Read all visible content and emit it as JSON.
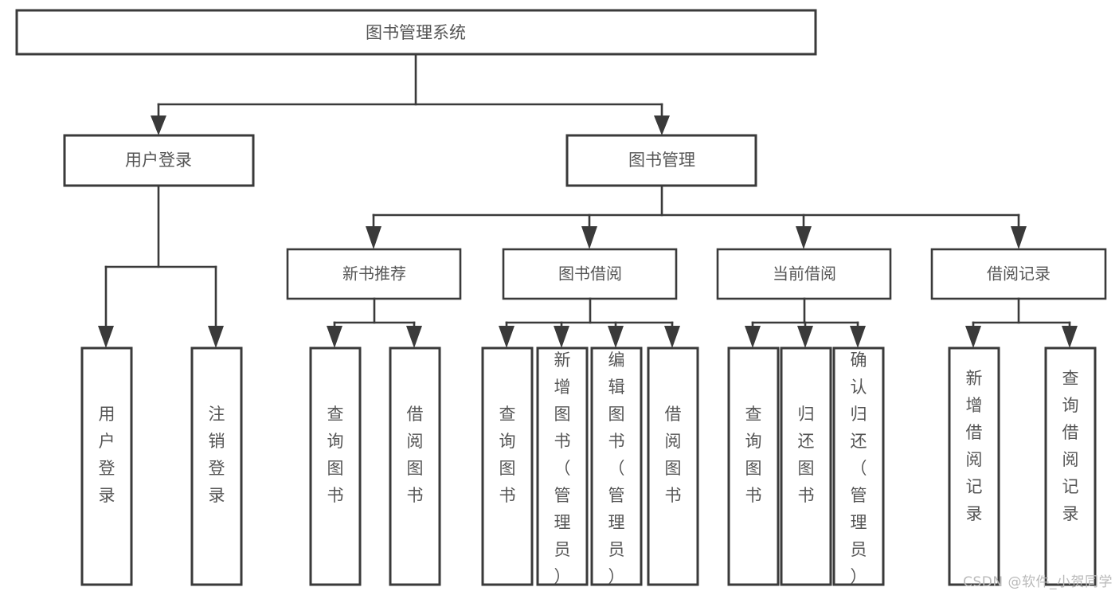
{
  "diagram": {
    "type": "tree-hierarchy",
    "orientation": "top-down",
    "root": {
      "label": "图书管理系统"
    },
    "level1": [
      {
        "label": "用户登录"
      },
      {
        "label": "图书管理"
      }
    ],
    "level2": [
      {
        "label": "新书推荐"
      },
      {
        "label": "图书借阅"
      },
      {
        "label": "当前借阅"
      },
      {
        "label": "借阅记录"
      }
    ],
    "leaves": {
      "user_login": [
        {
          "label": "用户登录"
        },
        {
          "label": "注销登录"
        }
      ],
      "new_book_recommend": [
        {
          "label": "查询图书"
        },
        {
          "label": "借阅图书"
        }
      ],
      "book_borrow": [
        {
          "label": "查询图书"
        },
        {
          "label": "新增图书（管理员）"
        },
        {
          "label": "编辑图书（管理员）"
        },
        {
          "label": "借阅图书"
        }
      ],
      "current_borrow": [
        {
          "label": "查询图书"
        },
        {
          "label": "归还图书"
        },
        {
          "label": "确认归还（管理员）"
        }
      ],
      "borrow_record": [
        {
          "label": "新增借阅记录"
        },
        {
          "label": "查询借阅记录"
        }
      ]
    },
    "colors": {
      "stroke": "#3a3a3a",
      "text": "#555555",
      "background": "#ffffff",
      "watermark": "#b9b9b9"
    }
  },
  "watermark": {
    "text": "CSDN @软件_小贺同学"
  }
}
